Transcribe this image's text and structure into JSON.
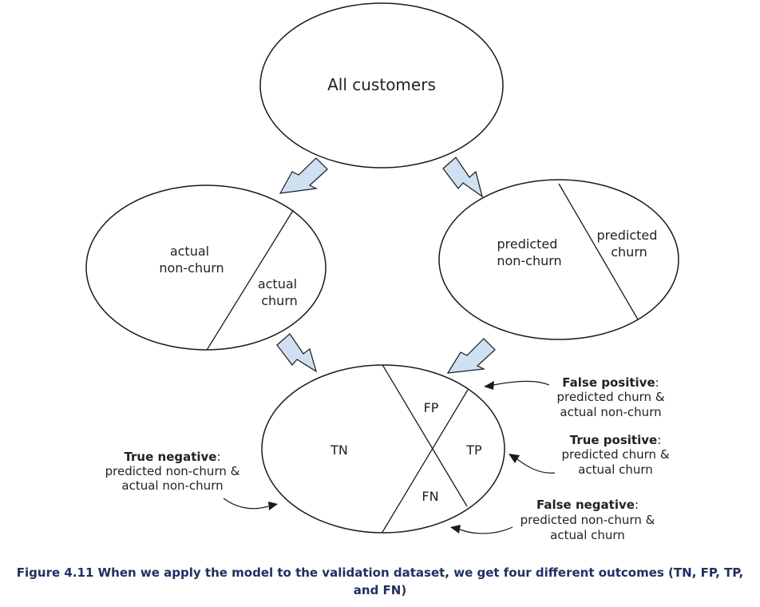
{
  "top_node": {
    "label": "All customers"
  },
  "actual_node": {
    "left_label": [
      "actual",
      "non-churn"
    ],
    "right_label": [
      "actual",
      "churn"
    ]
  },
  "predicted_node": {
    "left_label": [
      "predicted",
      "non-churn"
    ],
    "right_label": [
      "predicted",
      "churn"
    ]
  },
  "outcome_node": {
    "tn": "TN",
    "fp": "FP",
    "tp": "TP",
    "fn": "FN"
  },
  "annotations": {
    "false_positive": {
      "title": "False positive",
      "line1": "predicted churn &",
      "line2": "actual non-churn"
    },
    "true_positive": {
      "title": "True positive",
      "line1": "predicted churn &",
      "line2": "actual churn"
    },
    "false_negative": {
      "title": "False negative",
      "line1": "predicted non-churn &",
      "line2": "actual churn"
    },
    "true_negative": {
      "title": "True negative",
      "line1": "predicted non-churn &",
      "line2": "actual non-churn"
    },
    "colon": ":"
  },
  "caption": "Figure 4.11 When we apply the model to the validation dataset, we get four different outcomes (TN, FP, TP, and FN)",
  "colors": {
    "arrow_fill": "#cfe0f3",
    "caption_text": "#1f2f6b",
    "stroke": "#1a1a1a"
  }
}
